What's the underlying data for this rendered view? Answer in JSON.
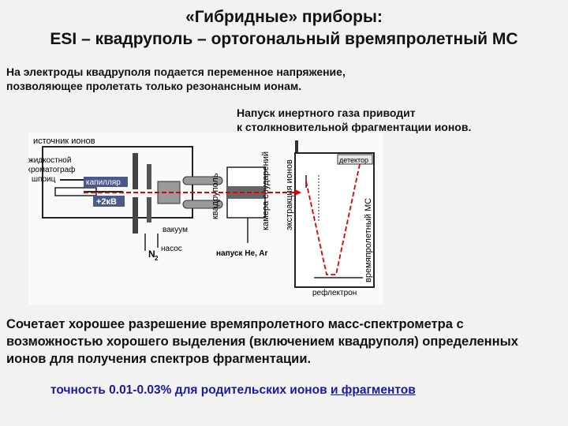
{
  "title": {
    "line1": "«Гибридные» приборы:",
    "line2": "ESI – квадруполь – ортогональный времяпролетный МС"
  },
  "notes": {
    "quad_line1": "На электроды квадруполя подается переменное напряжение,",
    "quad_line2": "позволяющее пролетать только резонансным ионам.",
    "gas_line1": "Напуск инертного газа приводит",
    "gas_line2": "к столкновительной фрагментации ионов."
  },
  "diagram": {
    "source": "источник ионов",
    "lc_line1": "жидкостной",
    "lc_line2": "хроматограф",
    "syringe": "шприц",
    "capillary": "капилляр",
    "voltage": "+2кВ",
    "vacuum": "вакуум",
    "n2": "N",
    "n2_sub": "2",
    "pump": "насос",
    "quadrupole": "квадруполь",
    "collision_cell": "камера соударений",
    "extraction": "экстракция ионов",
    "gas_inlet": "напуск He, Ar",
    "detector": "детектор",
    "tof": "времяпролетный МС",
    "reflectron": "рефлектрон"
  },
  "summary": {
    "text": "Сочетает хорошее разрешение времяпролетного масс-спектрометра с возможностью хорошего выделения (включением квадруполя) определенных ионов для получения спектров фрагментации."
  },
  "accuracy": {
    "part1": "точность 0.01-0.03%",
    "part2": "для родительских ионов",
    "part3": "и фрагментов"
  },
  "colors": {
    "beam": "#e00000",
    "accent": "#1a1aa0"
  }
}
